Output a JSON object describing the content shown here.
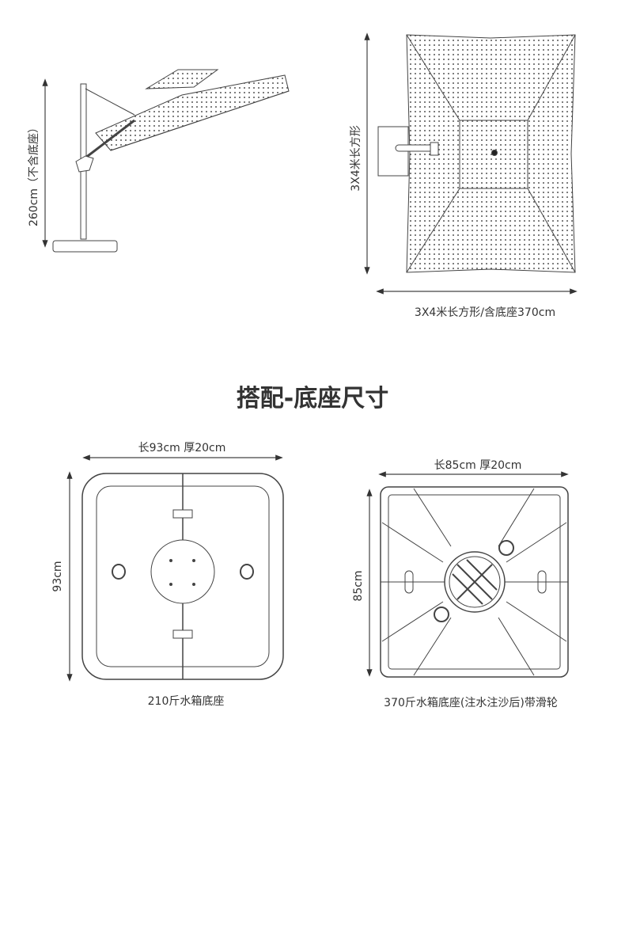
{
  "umbrella_side": {
    "height_label": "260cm（不含底座）"
  },
  "umbrella_top": {
    "side_label": "3X4米长方形",
    "width_label": "3X4米长方形/含底座370cm"
  },
  "section_title": "搭配-底座尺寸",
  "base_left": {
    "dims_label": "长93cm  厚20cm",
    "height_label": "93cm",
    "caption": "210斤水箱底座"
  },
  "base_right": {
    "dims_label": "长85cm  厚20cm",
    "height_label": "85cm",
    "caption": "370斤水箱底座(注水注沙后)带滑轮"
  }
}
